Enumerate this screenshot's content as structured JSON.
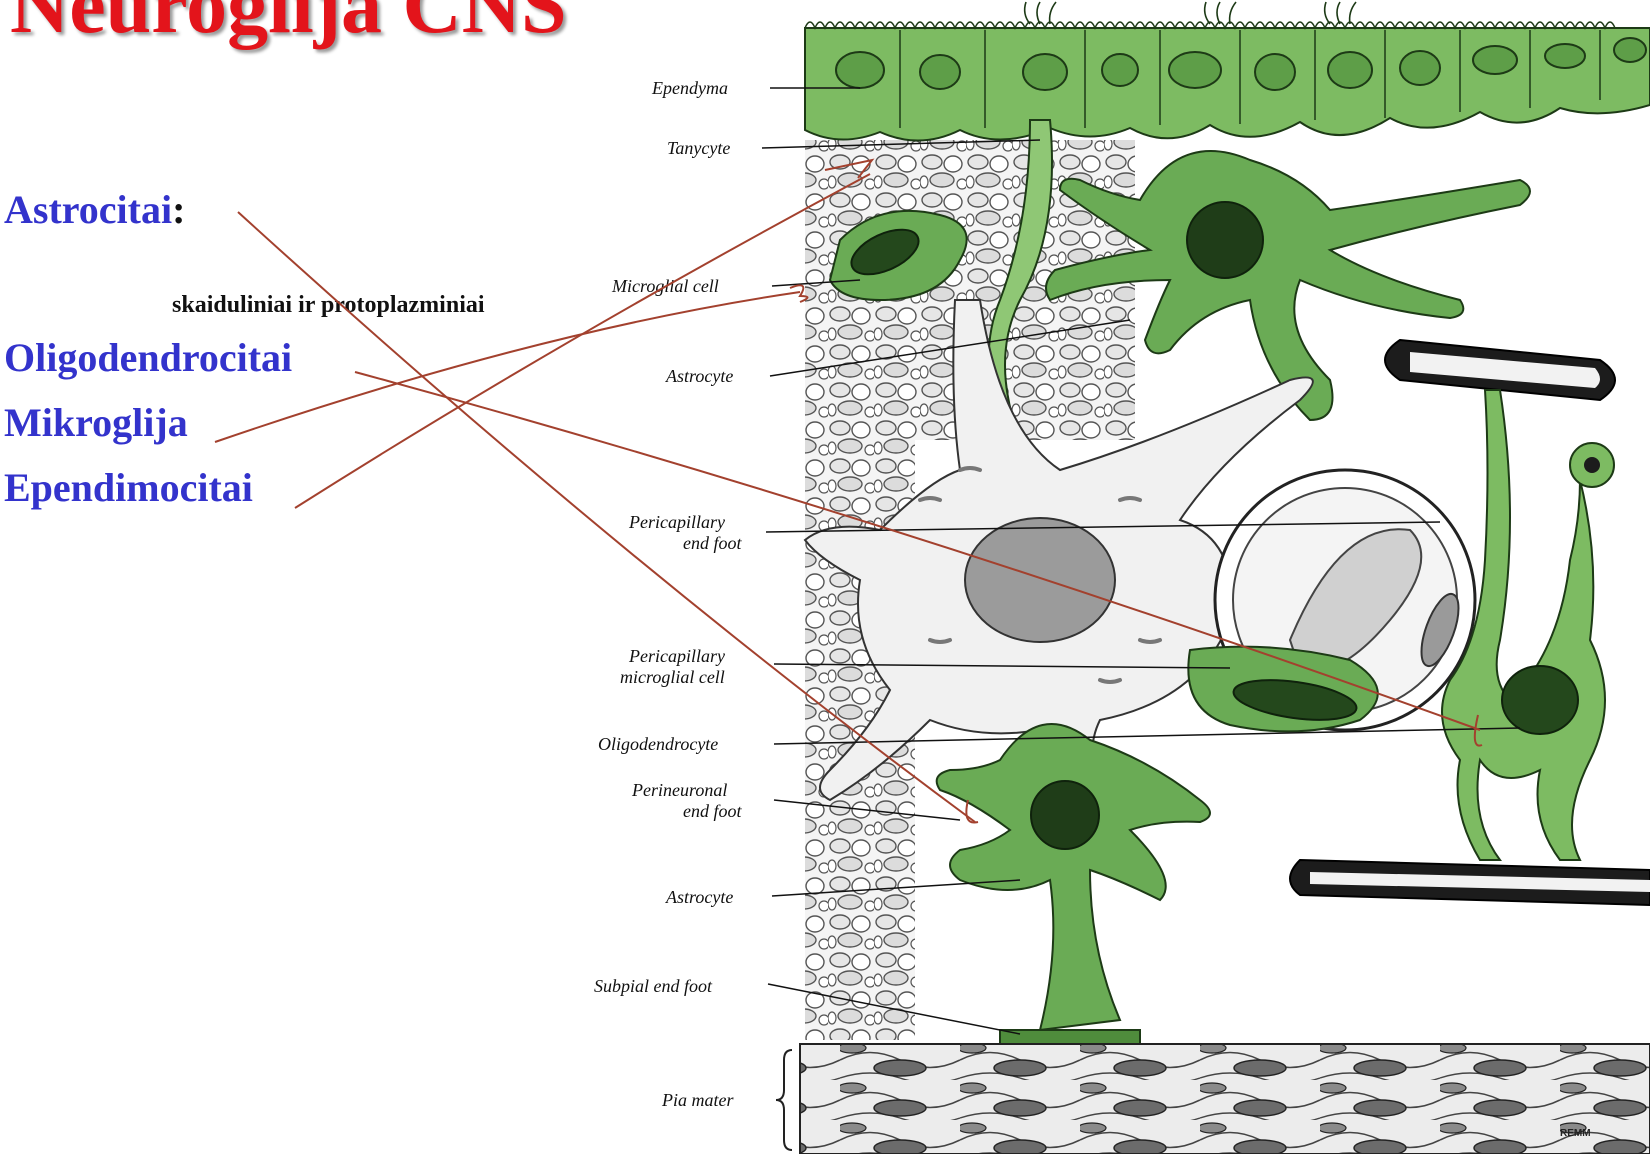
{
  "title": "Neuroglija CNS",
  "terms": {
    "astrocitai": "Astrocitai",
    "astrocitai_colon": ":",
    "astrocitai_sub": "skaiduliniai ir protoplazminiai",
    "oligodendrocitai": "Oligodendrocitai",
    "mikroglija": "Mikroglija",
    "ependimocitai": "Ependimocitai"
  },
  "labels": {
    "ependyma": "Ependyma",
    "tanycyte": "Tanycyte",
    "microglial_cell": "Microglial cell",
    "astrocyte_top": "Astrocyte",
    "pericapillary_end_foot_1": "Pericapillary",
    "pericapillary_end_foot_2": "end foot",
    "pericapillary_microglial_1": "Pericapillary",
    "pericapillary_microglial_2": "microglial cell",
    "oligodendrocyte": "Oligodendrocyte",
    "perineuronal_1": "Perineuronal",
    "perineuronal_2": "end foot",
    "astrocyte_bottom": "Astrocyte",
    "subpial_end_foot": "Subpial end foot",
    "pia_mater": "Pia mater",
    "signature": "REMM"
  },
  "colors": {
    "title": "#e3141b",
    "terms": "#3333cc",
    "glia_green": "#5d9e4a",
    "glia_dark": "#2c5a22",
    "annotation": "#a3412e"
  }
}
